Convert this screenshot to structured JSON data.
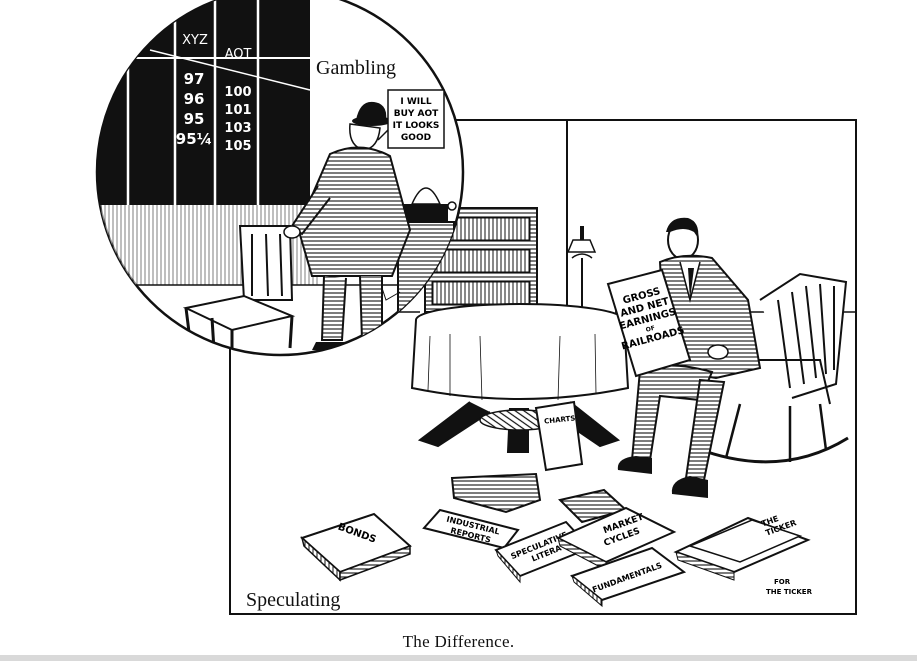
{
  "caption": "The Difference.",
  "gambling_panel": {
    "title": "Gambling",
    "board": {
      "columns": [
        "XYZ",
        "AOT"
      ],
      "xyz": [
        "97",
        "96",
        "95",
        "95¼"
      ],
      "aot": [
        "100",
        "101",
        "103",
        "105"
      ]
    },
    "speech_bubble": [
      "I WILL",
      "BUY AOT",
      "IT LOOKS",
      "GOOD"
    ]
  },
  "speculating_panel": {
    "title": "Speculating",
    "newspaper": [
      "GROSS",
      "AND NET",
      "EARNINGS",
      "OF",
      "RAILROADS"
    ],
    "documents": {
      "charts": "CHARTS",
      "bonds": "BONDS",
      "industrial_reports": [
        "INDUSTRIAL",
        "REPORTS"
      ],
      "speculative_literature": [
        "SPECULATIVE",
        "LITERA"
      ],
      "market_cycles": [
        "MARKET",
        "CYCLES"
      ],
      "fundamentals": "FUNDAMENTALS",
      "ticker": [
        "THE",
        "TICKER"
      ]
    },
    "signature": [
      "FOR",
      "THE TICKER"
    ]
  }
}
